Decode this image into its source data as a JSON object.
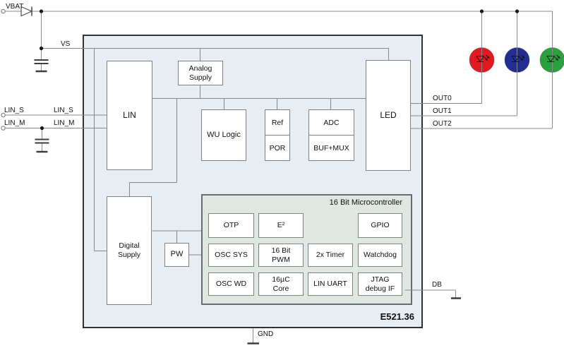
{
  "chip": {
    "name": "E521.36",
    "mcu_title": "16 Bit Microcontroller"
  },
  "ports": {
    "vbat": "VBAT",
    "vs": "VS",
    "lin_s": "LIN_S",
    "lin_s_inner": "LIN_S",
    "lin_m": "LIN_M",
    "lin_m_inner": "LIN_M",
    "out0": "OUT0",
    "out1": "OUT1",
    "out2": "OUT2",
    "db": "DB",
    "gnd": "GND"
  },
  "blocks": {
    "lin": "LIN",
    "analog_supply": "Analog\nSupply",
    "wu_logic": "WU Logic",
    "ref": "Ref",
    "por": "POR",
    "adc": "ADC",
    "buf_mux": "BUF+MUX",
    "led": "LED",
    "digital_supply": "Digital\nSupply",
    "pw": "PW"
  },
  "mcu": {
    "title": "16 Bit Microcontroller",
    "cells": [
      {
        "label": "OTP"
      },
      {
        "label": "E²"
      },
      {
        "label": "GPIO"
      },
      {
        "label": "OSC SYS"
      },
      {
        "label": "16 Bit\nPWM"
      },
      {
        "label": "2x Timer"
      },
      {
        "label": "Watchdog"
      },
      {
        "label": "OSC WD"
      },
      {
        "label": "16µC\nCore"
      },
      {
        "label": "LIN UART"
      },
      {
        "label": "JTAG\ndebug IF"
      }
    ]
  },
  "leds": [
    {
      "name": "red-led",
      "color": "#e2191f"
    },
    {
      "name": "blue-led",
      "color": "#232e92"
    },
    {
      "name": "green-led",
      "color": "#2aa13e"
    }
  ],
  "colors": {
    "block_fill": "#e7edf3",
    "block_border": "#2e3338",
    "mcu_fill": "#e0e6e0",
    "mcu_border": "#666e72",
    "box_border": "#7d8286",
    "wire": "#85898f",
    "symbol_dark": "#3a3e42",
    "text": "#111111"
  }
}
